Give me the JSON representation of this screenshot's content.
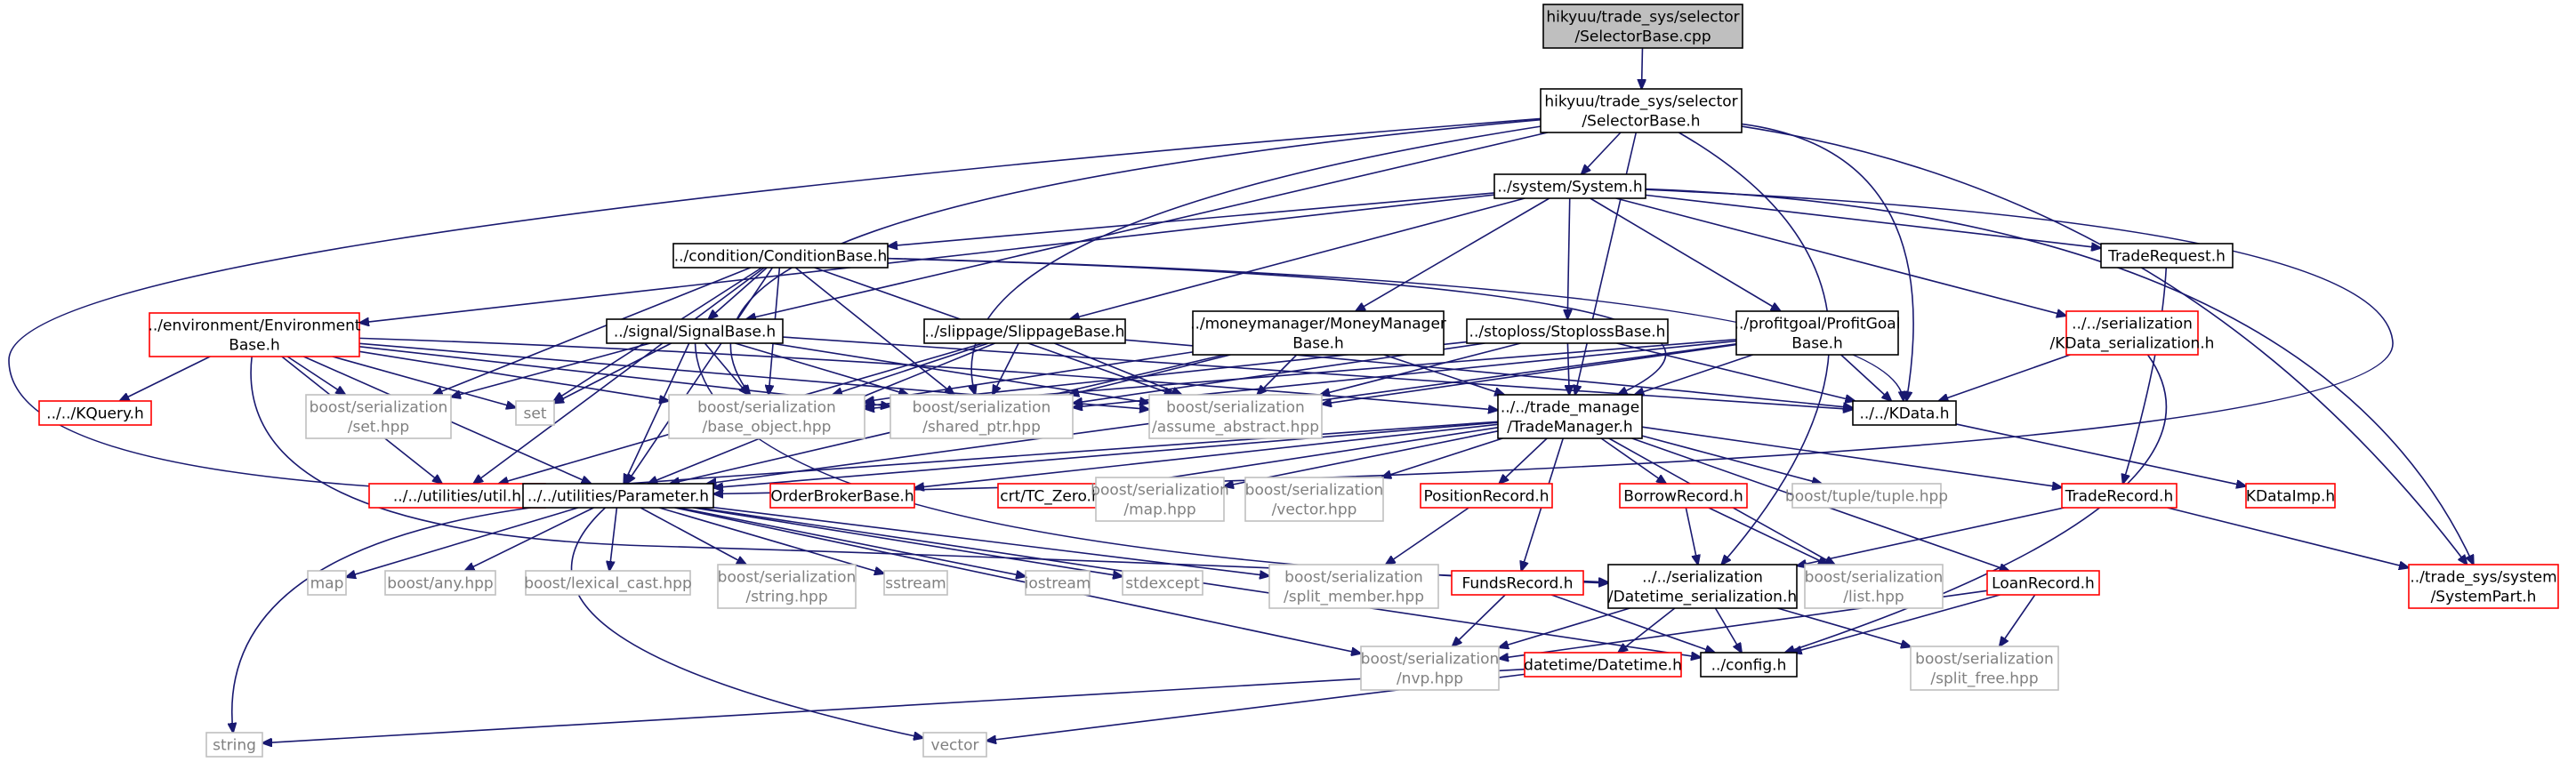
{
  "colors": {
    "edge": "#191970",
    "root_fill": "#bfbfbf",
    "root_border": "#000000",
    "documented_border": "#000000",
    "undocumented_border": "#ff0000",
    "external_border": "#bfbfbf",
    "external_text": "#808080"
  },
  "nodes": [
    {
      "id": "root",
      "kind": "root",
      "lines": [
        "hikyuu/trade_sys/selector",
        "/SelectorBase.cpp"
      ]
    },
    {
      "id": "selectorbase_h",
      "kind": "doc",
      "lines": [
        "hikyuu/trade_sys/selector",
        "/SelectorBase.h"
      ]
    },
    {
      "id": "system_h",
      "kind": "doc",
      "lines": [
        "../system/System.h"
      ]
    },
    {
      "id": "conditionbase_h",
      "kind": "doc",
      "lines": [
        "../condition/ConditionBase.h"
      ]
    },
    {
      "id": "traderequest_h",
      "kind": "doc",
      "lines": [
        "TradeRequest.h"
      ]
    },
    {
      "id": "environmentbase_h",
      "kind": "undoc",
      "lines": [
        "../environment/Environment",
        "Base.h"
      ]
    },
    {
      "id": "signalbase_h",
      "kind": "doc",
      "lines": [
        "../signal/SignalBase.h"
      ]
    },
    {
      "id": "slippagebase_h",
      "kind": "doc",
      "lines": [
        "../slippage/SlippageBase.h"
      ]
    },
    {
      "id": "moneymanagerbase_h",
      "kind": "doc",
      "lines": [
        "../moneymanager/MoneyManager",
        "Base.h"
      ]
    },
    {
      "id": "stoplossbase_h",
      "kind": "doc",
      "lines": [
        "../stoploss/StoplossBase.h"
      ]
    },
    {
      "id": "profitgoalbase_h",
      "kind": "doc",
      "lines": [
        "../profitgoal/ProfitGoal",
        "Base.h"
      ]
    },
    {
      "id": "kdata_serialization_h",
      "kind": "undoc",
      "lines": [
        "../../serialization",
        "/KData_serialization.h"
      ]
    },
    {
      "id": "kquery_h",
      "kind": "undoc",
      "lines": [
        "../../KQuery.h"
      ]
    },
    {
      "id": "set_hpp",
      "kind": "ext",
      "lines": [
        "boost/serialization",
        "/set.hpp"
      ]
    },
    {
      "id": "set",
      "kind": "ext",
      "lines": [
        "set"
      ]
    },
    {
      "id": "base_object_hpp",
      "kind": "ext",
      "lines": [
        "boost/serialization",
        "/base_object.hpp"
      ]
    },
    {
      "id": "shared_ptr_hpp",
      "kind": "ext",
      "lines": [
        "boost/serialization",
        "/shared_ptr.hpp"
      ]
    },
    {
      "id": "assume_abstract_hpp",
      "kind": "ext",
      "lines": [
        "boost/serialization",
        "/assume_abstract.hpp"
      ]
    },
    {
      "id": "trademanager_h",
      "kind": "doc",
      "lines": [
        "../../trade_manage",
        "/TradeManager.h"
      ]
    },
    {
      "id": "kdata_h",
      "kind": "doc",
      "lines": [
        "../../KData.h"
      ]
    },
    {
      "id": "util_h",
      "kind": "undoc",
      "lines": [
        "../../utilities/util.h"
      ]
    },
    {
      "id": "parameter_h",
      "kind": "doc",
      "lines": [
        "../../utilities/Parameter.h"
      ]
    },
    {
      "id": "orderbrokerbase_h",
      "kind": "undoc",
      "lines": [
        "OrderBrokerBase.h"
      ]
    },
    {
      "id": "crt_tc_zero_h",
      "kind": "undoc",
      "lines": [
        "crt/TC_Zero.h"
      ]
    },
    {
      "id": "map_hpp",
      "kind": "ext",
      "lines": [
        "boost/serialization",
        "/map.hpp"
      ]
    },
    {
      "id": "vector_hpp",
      "kind": "ext",
      "lines": [
        "boost/serialization",
        "/vector.hpp"
      ]
    },
    {
      "id": "positionrecord_h",
      "kind": "undoc",
      "lines": [
        "PositionRecord.h"
      ]
    },
    {
      "id": "borrowrecord_h",
      "kind": "undoc",
      "lines": [
        "BorrowRecord.h"
      ]
    },
    {
      "id": "tuple_hpp",
      "kind": "ext",
      "lines": [
        "boost/tuple/tuple.hpp"
      ]
    },
    {
      "id": "traderecord_h",
      "kind": "undoc",
      "lines": [
        "TradeRecord.h"
      ]
    },
    {
      "id": "kdataimp_h",
      "kind": "undoc",
      "lines": [
        "KDataImp.h"
      ]
    },
    {
      "id": "map",
      "kind": "ext",
      "lines": [
        "map"
      ]
    },
    {
      "id": "any_hpp",
      "kind": "ext",
      "lines": [
        "boost/any.hpp"
      ]
    },
    {
      "id": "lexical_cast_hpp",
      "kind": "ext",
      "lines": [
        "boost/lexical_cast.hpp"
      ]
    },
    {
      "id": "string_hpp",
      "kind": "ext",
      "lines": [
        "boost/serialization",
        "/string.hpp"
      ]
    },
    {
      "id": "sstream",
      "kind": "ext",
      "lines": [
        "sstream"
      ]
    },
    {
      "id": "iostream",
      "kind": "ext",
      "lines": [
        "iostream"
      ]
    },
    {
      "id": "stdexcept",
      "kind": "ext",
      "lines": [
        "stdexcept"
      ]
    },
    {
      "id": "split_member_hpp",
      "kind": "ext",
      "lines": [
        "boost/serialization",
        "/split_member.hpp"
      ]
    },
    {
      "id": "fundsrecord_h",
      "kind": "undoc",
      "lines": [
        "FundsRecord.h"
      ]
    },
    {
      "id": "datetime_serialization_h",
      "kind": "doc",
      "lines": [
        "../../serialization",
        "/Datetime_serialization.h"
      ]
    },
    {
      "id": "list_hpp",
      "kind": "ext",
      "lines": [
        "boost/serialization",
        "/list.hpp"
      ]
    },
    {
      "id": "loanrecord_h",
      "kind": "undoc",
      "lines": [
        "LoanRecord.h"
      ]
    },
    {
      "id": "systempart_h",
      "kind": "undoc",
      "lines": [
        "../trade_sys/system",
        "/SystemPart.h"
      ]
    },
    {
      "id": "nvp_hpp",
      "kind": "ext",
      "lines": [
        "boost/serialization",
        "/nvp.hpp"
      ]
    },
    {
      "id": "datetime_h",
      "kind": "undoc",
      "lines": [
        "datetime/Datetime.h"
      ]
    },
    {
      "id": "config_h",
      "kind": "doc",
      "lines": [
        "../config.h"
      ]
    },
    {
      "id": "split_free_hpp",
      "kind": "ext",
      "lines": [
        "boost/serialization",
        "/split_free.hpp"
      ]
    },
    {
      "id": "string",
      "kind": "ext",
      "lines": [
        "string"
      ]
    },
    {
      "id": "vector",
      "kind": "ext",
      "lines": [
        "vector"
      ]
    }
  ]
}
